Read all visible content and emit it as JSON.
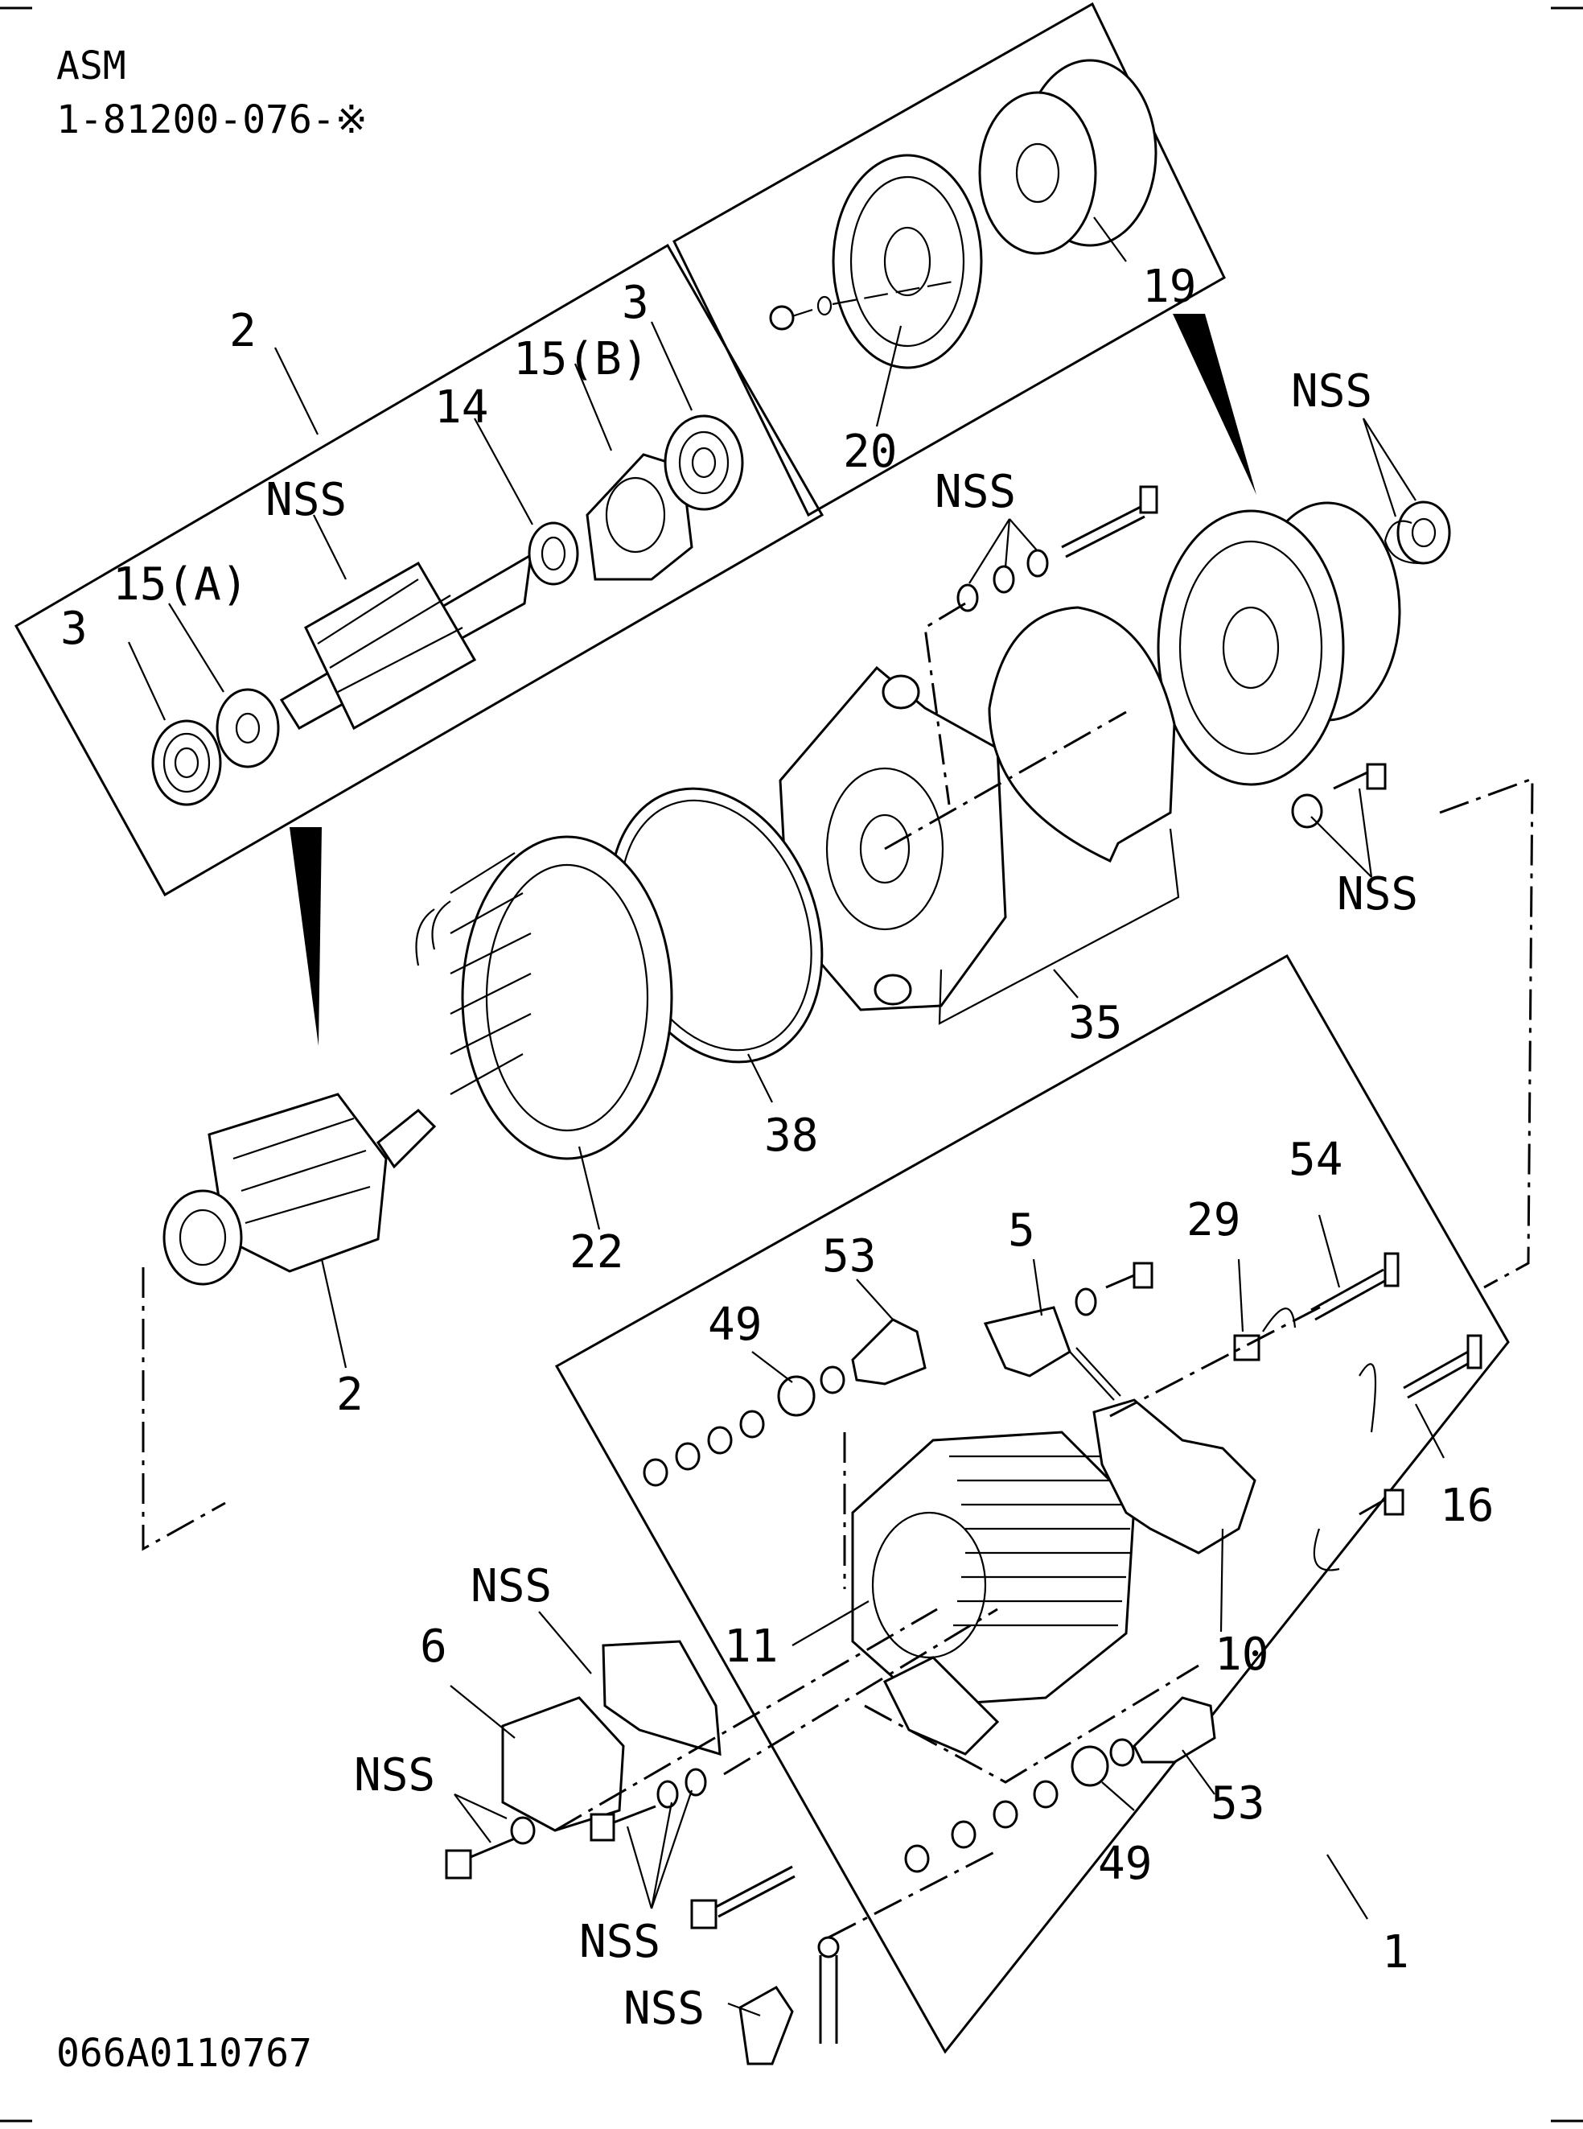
{
  "header": {
    "assembly_label": "ASM",
    "part_number": "1-81200-076-※"
  },
  "footer": {
    "drawing_code": "066A0110767"
  },
  "callouts": {
    "c1": "1",
    "c2_top": "2",
    "c2_bottom": "2",
    "c3_left": "3",
    "c3_right": "3",
    "c5": "5",
    "c6": "6",
    "c10": "10",
    "c11": "11",
    "c14": "14",
    "c15a": "15(A)",
    "c15b": "15(B)",
    "c16": "16",
    "c19": "19",
    "c20": "20",
    "c22": "22",
    "c29": "29",
    "c35": "35",
    "c38": "38",
    "c49_top": "49",
    "c49_bottom": "49",
    "c53_top": "53",
    "c53_bottom": "53",
    "c54": "54",
    "nss_rotor": "NSS",
    "nss_top_right": "NSS",
    "nss_bolt_top": "NSS",
    "nss_right_mid": "NSS",
    "nss_plate": "NSS",
    "nss_left_bolt": "NSS",
    "nss_bottom_bolts": "NSS",
    "nss_terminal": "NSS"
  }
}
